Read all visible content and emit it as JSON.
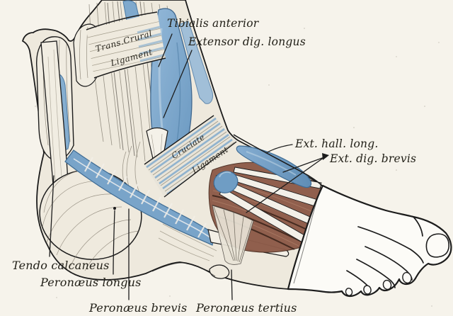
{
  "figure": {
    "kind": "engraved-anatomical-plate",
    "colors": {
      "paper": "#f6f3eb",
      "ink": "#1c1c1c",
      "sheath_blue": "#7ba6cb",
      "sheath_blue_dark": "#3f6c94",
      "sheath_blue_light": "#a9c7de",
      "muscle_brown": "#8d5b49",
      "muscle_brown_dark": "#2e1a12",
      "flesh": "#eee9dd",
      "tendon_white": "#f3f0e8",
      "skin_white": "#fcfbf7"
    },
    "annotations": {
      "tibialis_anterior": "Tibialis anterior",
      "extensor_dig_longus": "Extensor dig. longus",
      "ext_hall_long": "Ext. hall. long.",
      "ext_dig_brevis": "Ext. dig. brevis",
      "tendo_calcaneus": "Tendo calcaneus",
      "peronaeus_longus": "Peronæus longus",
      "peronaeus_brevis": "Peronæus brevis",
      "peronaeus_tertius": "Peronæus tertius"
    },
    "on_figure_text": {
      "trans_crural": {
        "line1": "Trans.Crural",
        "line2": "Ligament"
      },
      "cruciate": {
        "line1": "Cruciate",
        "line2": "Ligament"
      }
    }
  }
}
